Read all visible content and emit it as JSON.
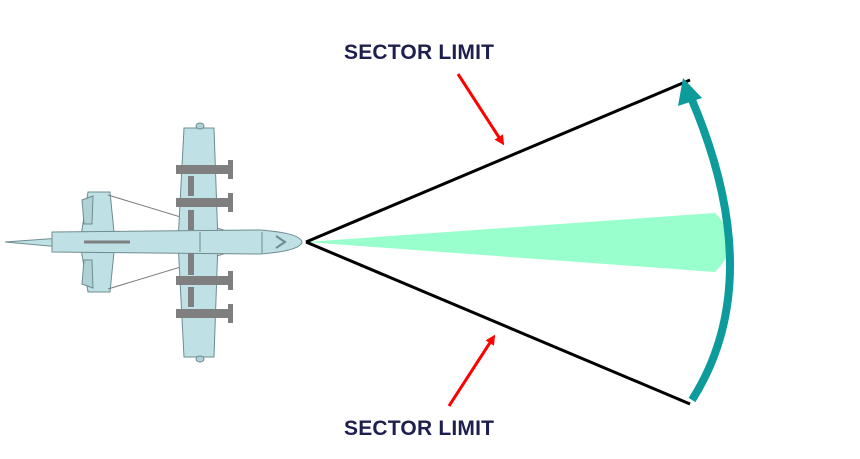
{
  "labels": {
    "top": "SECTOR LIMIT",
    "bottom": "SECTOR LIMIT"
  },
  "colors": {
    "aircraft_fill": "#bfe0e4",
    "aircraft_stroke": "#6e8c90",
    "engine_gray": "#7f7f7f",
    "beam": "#99ffcc",
    "sweep_arrow": "#0e9b9b",
    "pointer_arrow": "#ff0000",
    "sector_line": "#000000",
    "label_text": "#1f1f4f"
  },
  "icons": [
    "aircraft-top-view-icon",
    "radar-beam",
    "sweep-arrow-icon"
  ]
}
